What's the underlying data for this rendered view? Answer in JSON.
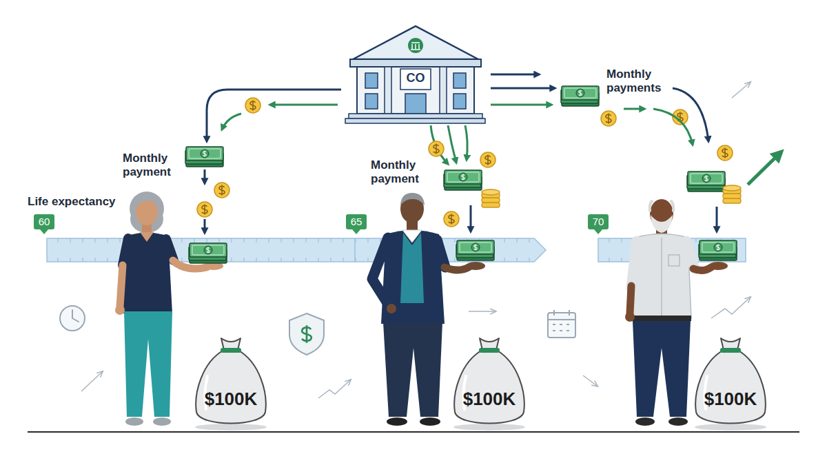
{
  "diagram": {
    "nodes": [
      {
        "text": [
          "CO"
        ]
      },
      {
        "text": [
          "60"
        ]
      },
      {
        "text": [
          "65"
        ]
      },
      {
        "text": [
          "70"
        ]
      },
      {
        "text": [
          "$100K"
        ]
      },
      {
        "text": [
          "$100K"
        ]
      },
      {
        "text": [
          "$100K"
        ]
      }
    ],
    "labels": [
      "Monthly payments",
      "Monthly payment",
      "Monthly payment",
      "Life expectancy"
    ]
  }
}
